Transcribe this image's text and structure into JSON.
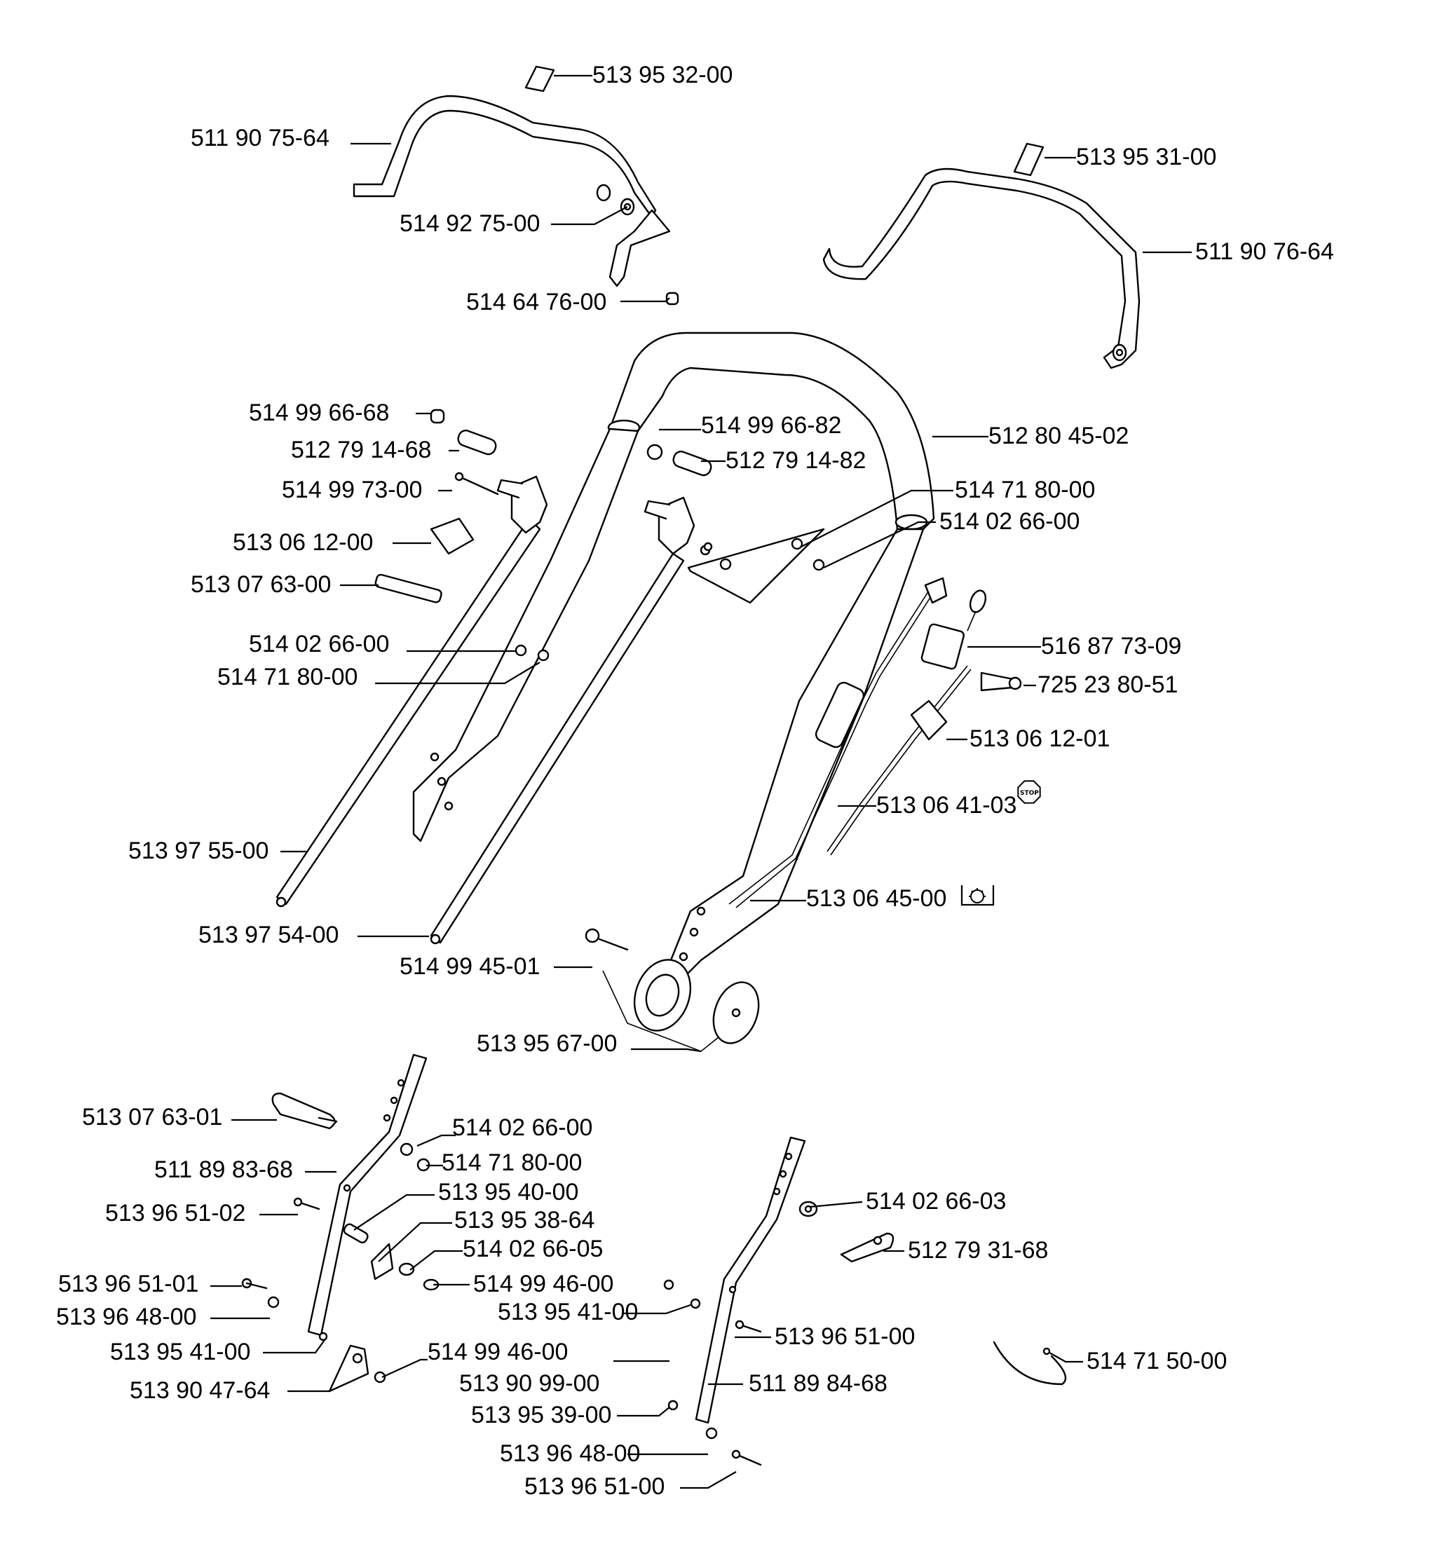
{
  "parts": [
    {
      "id": "p1",
      "label": "513 95 32-00"
    },
    {
      "id": "p2",
      "label": "511 90 75-64"
    },
    {
      "id": "p3",
      "label": "514 92 75-00"
    },
    {
      "id": "p4",
      "label": "514 64 76-00"
    },
    {
      "id": "p5",
      "label": "513 95 31-00"
    },
    {
      "id": "p6",
      "label": "511 90 76-64"
    },
    {
      "id": "p7",
      "label": "514 99 66-68"
    },
    {
      "id": "p8",
      "label": "512 79 14-68"
    },
    {
      "id": "p9",
      "label": "514 99 73-00"
    },
    {
      "id": "p10",
      "label": "513 06 12-00"
    },
    {
      "id": "p11",
      "label": "513 07 63-00"
    },
    {
      "id": "p12",
      "label": "514 02 66-00"
    },
    {
      "id": "p13",
      "label": "514 71 80-00"
    },
    {
      "id": "p14",
      "label": "513 97 55-00"
    },
    {
      "id": "p15",
      "label": "513 97 54-00"
    },
    {
      "id": "p16",
      "label": "514 99 66-82"
    },
    {
      "id": "p17",
      "label": "512 79 14-82"
    },
    {
      "id": "p18",
      "label": "512 80 45-02"
    },
    {
      "id": "p19",
      "label": "514 71 80-00"
    },
    {
      "id": "p20",
      "label": "514 02 66-00"
    },
    {
      "id": "p21",
      "label": "516 87 73-09"
    },
    {
      "id": "p22",
      "label": "725 23 80-51"
    },
    {
      "id": "p23",
      "label": "513 06 12-01"
    },
    {
      "id": "p24",
      "label": "513 06 41-03"
    },
    {
      "id": "p25",
      "label": "513 06 45-00"
    },
    {
      "id": "p26",
      "label": "514 99 45-01"
    },
    {
      "id": "p27",
      "label": "513 95 67-00"
    },
    {
      "id": "p28",
      "label": "513 07 63-01"
    },
    {
      "id": "p29",
      "label": "514 02 66-00"
    },
    {
      "id": "p30",
      "label": "514 71 80-00"
    },
    {
      "id": "p31",
      "label": "511 89 83-68"
    },
    {
      "id": "p32",
      "label": "513 95 40-00"
    },
    {
      "id": "p33",
      "label": "513 96 51-02"
    },
    {
      "id": "p34",
      "label": "513 95 38-64"
    },
    {
      "id": "p35",
      "label": "514 02 66-05"
    },
    {
      "id": "p36",
      "label": "513 96 51-01"
    },
    {
      "id": "p37",
      "label": "514 99 46-00"
    },
    {
      "id": "p38",
      "label": "513 96 48-00"
    },
    {
      "id": "p39",
      "label": "513 95 41-00"
    },
    {
      "id": "p40",
      "label": "513 95 41-00"
    },
    {
      "id": "p41",
      "label": "513 90 47-64"
    },
    {
      "id": "p42",
      "label": "514 99 46-00"
    },
    {
      "id": "p43",
      "label": "513 90 99-00"
    },
    {
      "id": "p44",
      "label": "513 95 39-00"
    },
    {
      "id": "p45",
      "label": "513 96 48-00"
    },
    {
      "id": "p46",
      "label": "513 96 51-00"
    },
    {
      "id": "p47",
      "label": "514 02 66-03"
    },
    {
      "id": "p48",
      "label": "512 79 31-68"
    },
    {
      "id": "p49",
      "label": "513 96 51-00"
    },
    {
      "id": "p50",
      "label": "511 89 84-68"
    },
    {
      "id": "p51",
      "label": "514 71 50-00"
    }
  ],
  "icons": {
    "stop_icon": {
      "name": "stop-sign-icon",
      "text": "STOP"
    },
    "engine_icon": {
      "name": "engine-brake-icon"
    }
  }
}
